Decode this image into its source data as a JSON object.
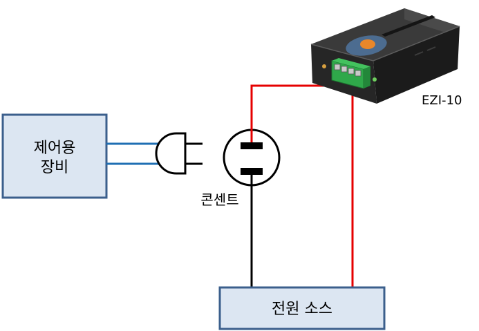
{
  "equipment_box": {
    "line1": "제어용",
    "line2": "장비"
  },
  "outlet": {
    "label": "콘센트"
  },
  "device": {
    "label": "EZI-10"
  },
  "power_box": {
    "label": "전원 소스"
  },
  "colors": {
    "box_fill": "#dce6f2",
    "box_border": "#3b5f8c",
    "blue_wire": "#1f6fb3",
    "red_wire": "#e60000",
    "black_wire": "#000000",
    "device_body": "#2b2b2b",
    "terminal_green": "#2fa84a",
    "led_orange": "#e8872a"
  }
}
